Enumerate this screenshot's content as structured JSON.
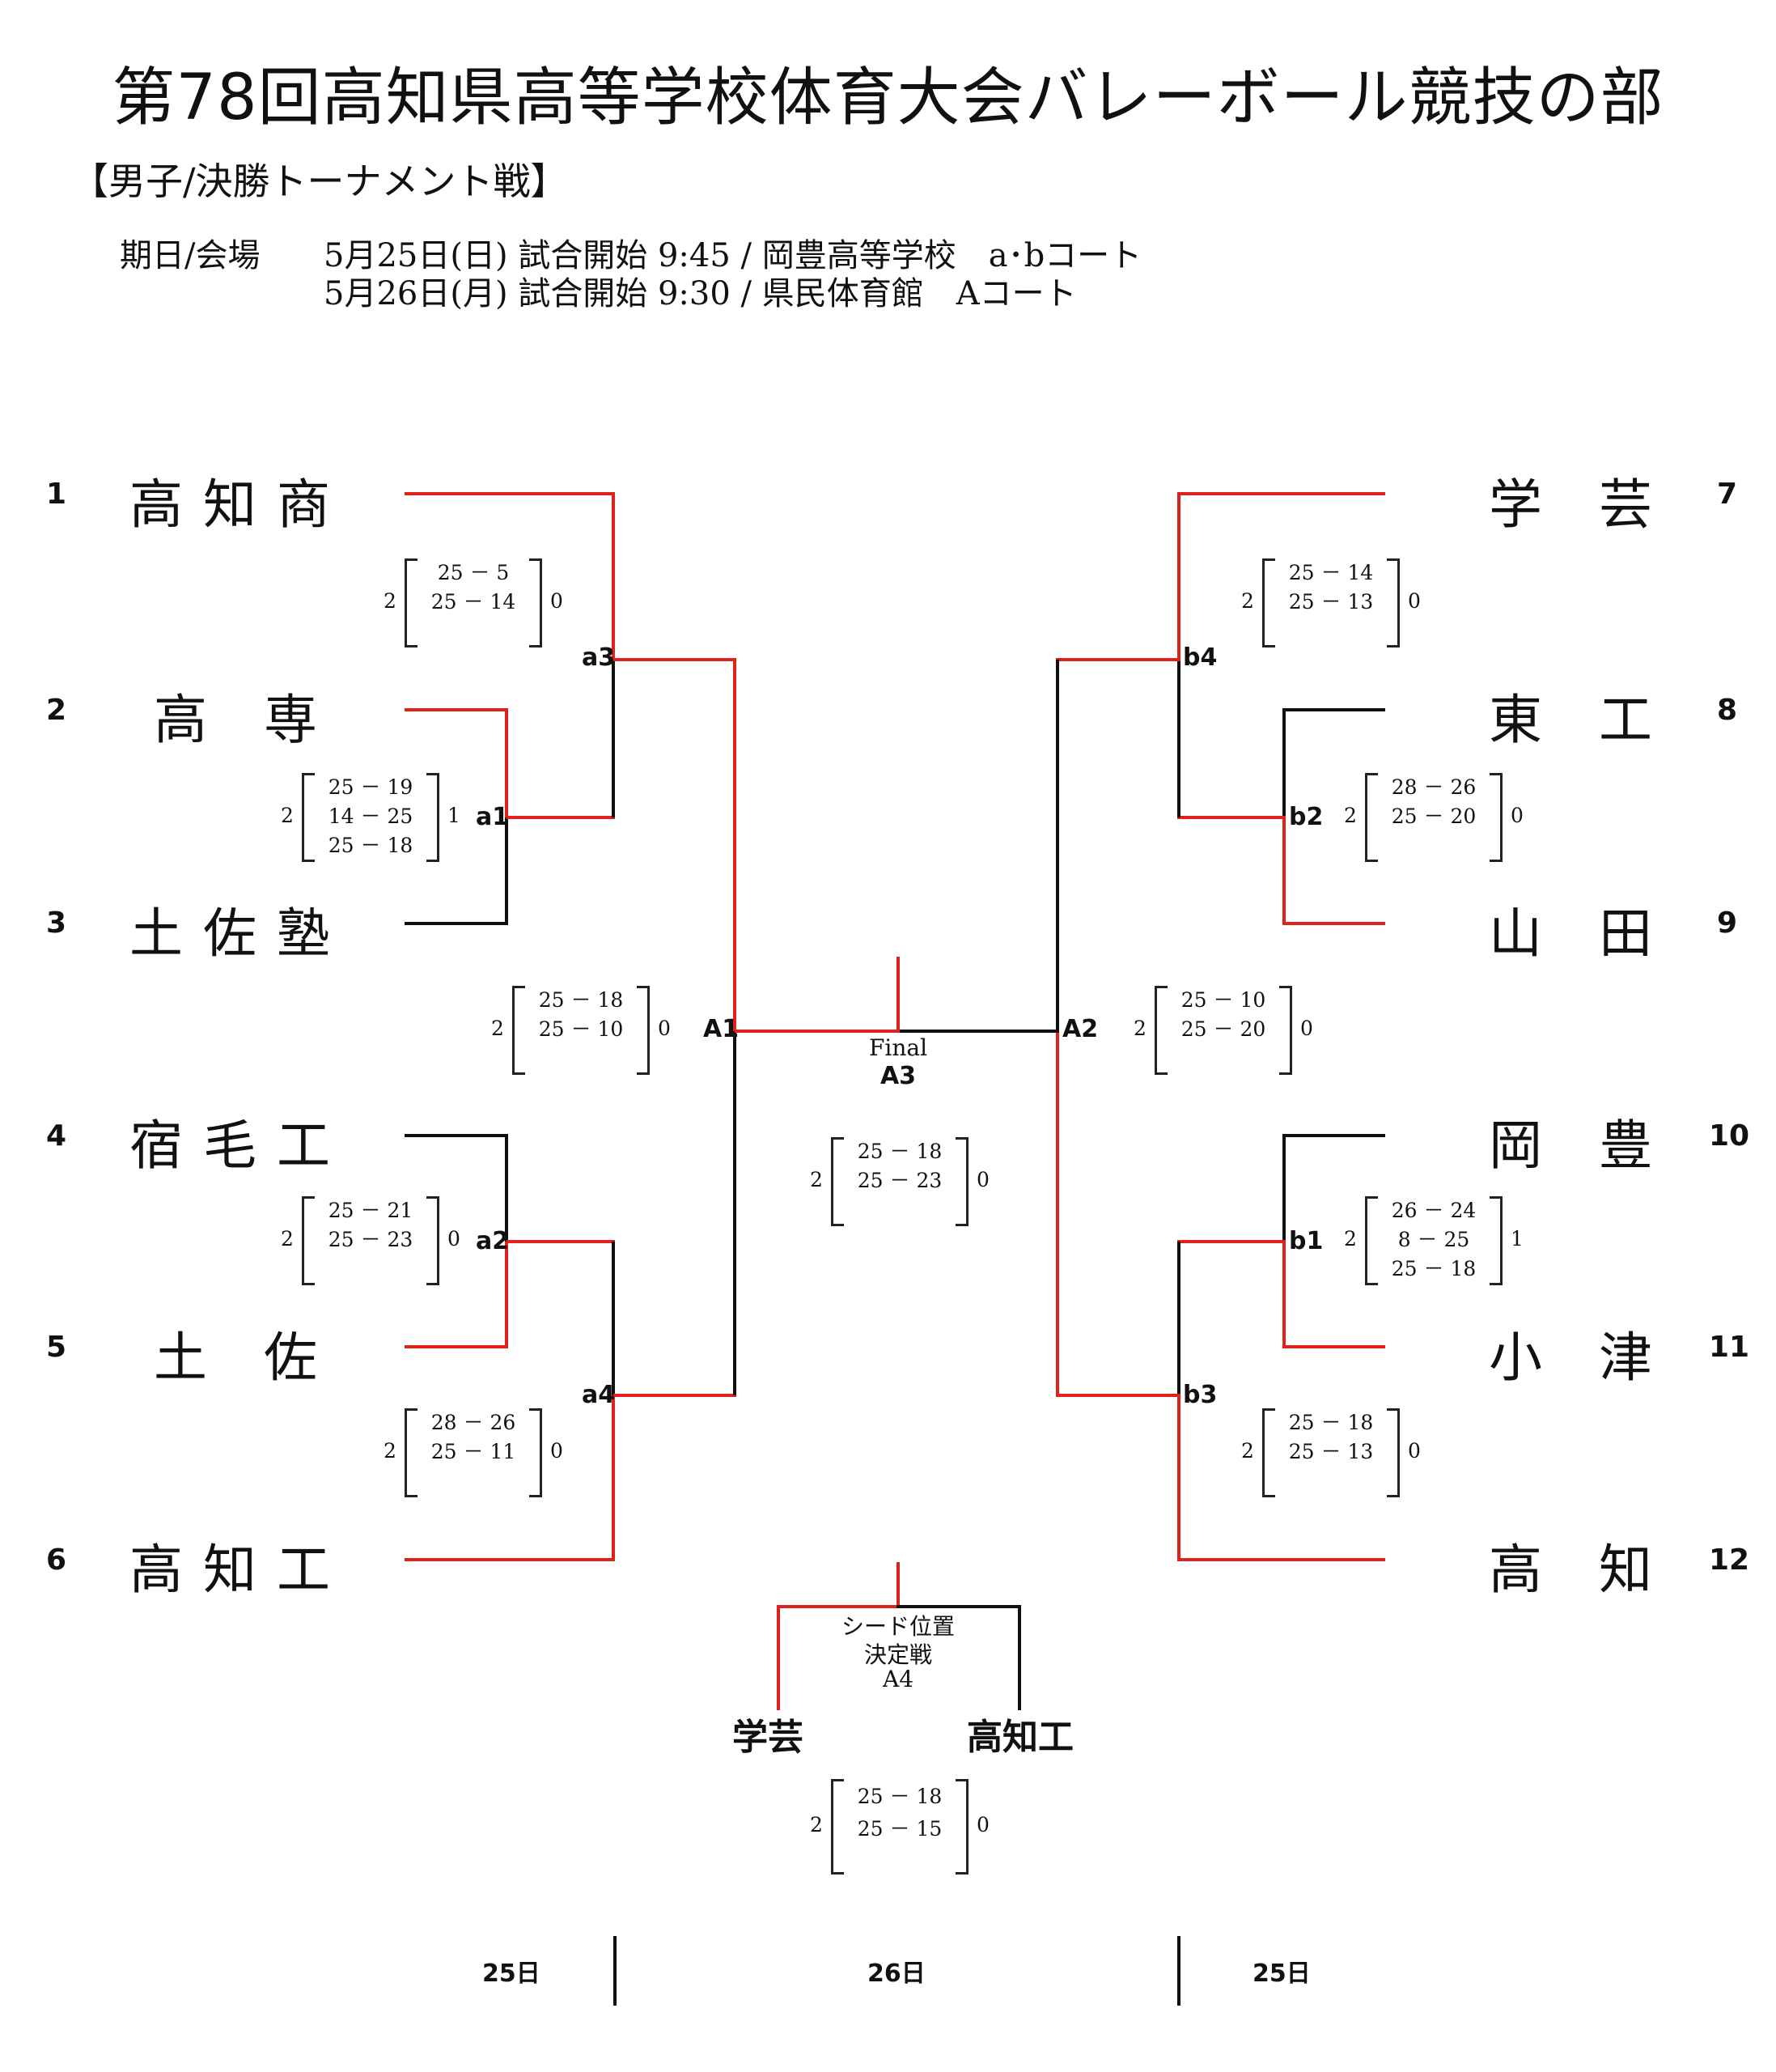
{
  "title": "第78回高知県高等学校体育大会バレーボール競技の部",
  "subtitle": "【男子/決勝トーナメント戦】",
  "schedule": {
    "label": "期日/会場",
    "line1": "5月25日(日) 試合開始 9:45 / 岡豊高等学校　a･bコート",
    "line2": "5月26日(月) 試合開始 9:30 / 県民体育館　Aコート"
  },
  "teams": [
    {
      "seed": "1",
      "name": "高 知 商"
    },
    {
      "seed": "2",
      "name": "高　専"
    },
    {
      "seed": "3",
      "name": "土 佐 塾"
    },
    {
      "seed": "4",
      "name": "宿 毛 工"
    },
    {
      "seed": "5",
      "name": "土　佐"
    },
    {
      "seed": "6",
      "name": "高 知 工"
    },
    {
      "seed": "7",
      "name": "学　芸"
    },
    {
      "seed": "8",
      "name": "東　工"
    },
    {
      "seed": "9",
      "name": "山　田"
    },
    {
      "seed": "10",
      "name": "岡　豊"
    },
    {
      "seed": "11",
      "name": "小　津"
    },
    {
      "seed": "12",
      "name": "高　知"
    }
  ],
  "matches": {
    "a1": {
      "label": "a1",
      "winner_sets": "2",
      "loser_sets": "1",
      "sets": [
        "25 － 19",
        "14 － 25",
        "25 － 18"
      ]
    },
    "a2": {
      "label": "a2",
      "winner_sets": "2",
      "loser_sets": "0",
      "sets": [
        "25 － 21",
        "25 － 23"
      ]
    },
    "a3": {
      "label": "a3",
      "winner_sets": "2",
      "loser_sets": "0",
      "sets": [
        "25 －  5",
        "25 － 14"
      ]
    },
    "a4": {
      "label": "a4",
      "winner_sets": "2",
      "loser_sets": "0",
      "sets": [
        "28 － 26",
        "25 － 11"
      ]
    },
    "A1": {
      "label": "A1",
      "winner_sets": "2",
      "loser_sets": "0",
      "sets": [
        "25 － 18",
        "25 － 10"
      ]
    },
    "b1": {
      "label": "b1",
      "winner_sets": "2",
      "loser_sets": "1",
      "sets": [
        "26 － 24",
        "8 － 25",
        "25 － 18"
      ]
    },
    "b2": {
      "label": "b2",
      "winner_sets": "2",
      "loser_sets": "0",
      "sets": [
        "28 － 26",
        "25 － 20"
      ]
    },
    "b3": {
      "label": "b3",
      "winner_sets": "2",
      "loser_sets": "0",
      "sets": [
        "25 － 18",
        "25 － 13"
      ]
    },
    "b4": {
      "label": "b4",
      "winner_sets": "2",
      "loser_sets": "0",
      "sets": [
        "25 － 14",
        "25 － 13"
      ]
    },
    "A2": {
      "label": "A2",
      "winner_sets": "2",
      "loser_sets": "0",
      "sets": [
        "25 － 10",
        "25 － 20"
      ]
    },
    "A3": {
      "final_text": "Final",
      "label": "A3",
      "winner_sets": "2",
      "loser_sets": "0",
      "sets": [
        "25 － 18",
        "25 － 23"
      ]
    },
    "A4": {
      "line1": "シード位置",
      "line2": "決定戦",
      "label": "A4",
      "team_left": "学芸",
      "team_right": "高知工",
      "winner_sets": "2",
      "loser_sets": "0",
      "sets": [
        "25 － 18",
        "25 － 15"
      ]
    }
  },
  "days": [
    "25日",
    "26日",
    "25日"
  ],
  "colors": {
    "winner_line": "#e0221a",
    "loser_line": "#111111"
  }
}
